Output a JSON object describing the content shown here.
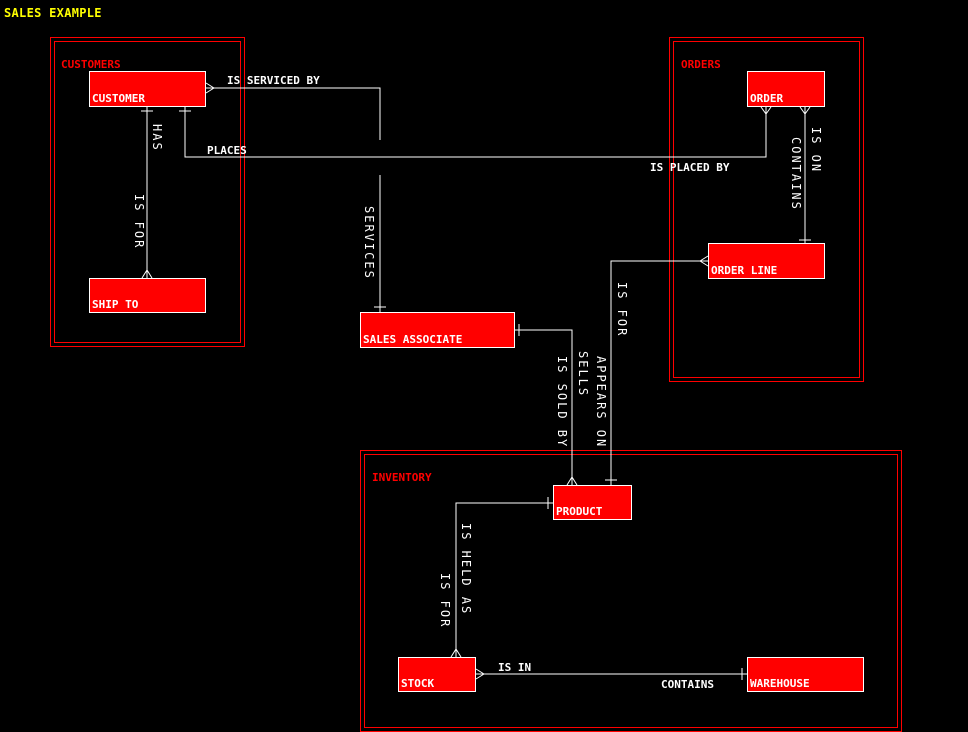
{
  "title": "SALES EXAMPLE",
  "colors": {
    "background": "#000000",
    "title": "#ffff00",
    "group": "#ff0000",
    "entity_fill": "#ff0000",
    "entity_text": "#ffffff",
    "line": "#ffffff"
  },
  "groups": [
    {
      "id": "customers",
      "label": "CUSTOMERS"
    },
    {
      "id": "orders",
      "label": "ORDERS"
    },
    {
      "id": "inventory",
      "label": "INVENTORY"
    }
  ],
  "entities": {
    "customer": "CUSTOMER",
    "ship_to": "SHIP TO",
    "order": "ORDER",
    "order_line": "ORDER LINE",
    "sales_associate": "SALES ASSOCIATE",
    "product": "PRODUCT",
    "stock": "STOCK",
    "warehouse": "WAREHOUSE"
  },
  "relationships": [
    {
      "from": "CUSTOMER",
      "to": "SALES ASSOCIATE",
      "label_from": "IS SERVICED BY",
      "label_to": "SERVICES"
    },
    {
      "from": "CUSTOMER",
      "to": "ORDER",
      "label_from": "PLACES",
      "label_to": "IS PLACED BY"
    },
    {
      "from": "CUSTOMER",
      "to": "SHIP TO",
      "label_from": "HAS",
      "label_to": "IS FOR"
    },
    {
      "from": "ORDER",
      "to": "ORDER LINE",
      "label_from": "CONTAINS",
      "label_to": "IS ON"
    },
    {
      "from": "PRODUCT",
      "to": "ORDER LINE",
      "label_from": "APPEARS ON",
      "label_to": "IS FOR"
    },
    {
      "from": "SALES ASSOCIATE",
      "to": "PRODUCT",
      "label_from": "SELLS",
      "label_to": "IS SOLD BY"
    },
    {
      "from": "PRODUCT",
      "to": "STOCK",
      "label_from": "IS HELD AS",
      "label_to": "IS FOR"
    },
    {
      "from": "WAREHOUSE",
      "to": "STOCK",
      "label_from": "CONTAINS",
      "label_to": "IS IN"
    }
  ]
}
